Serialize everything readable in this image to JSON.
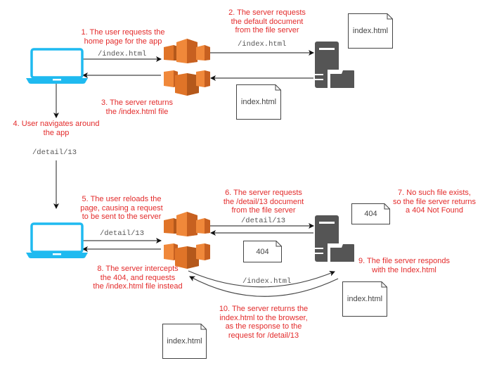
{
  "diagram": {
    "title": "",
    "colors": {
      "annotation": "#e32b2b",
      "laptop": "#1fbaf0",
      "aws_orange": "#f0883a",
      "server": "#555555",
      "arrow": "#333333"
    },
    "steps": [
      {
        "id": 1,
        "text_lines": [
          "1. The user requests the",
          "home page for the app"
        ]
      },
      {
        "id": 2,
        "text_lines": [
          "2. The server requests",
          "the default document",
          "from the file server"
        ]
      },
      {
        "id": 3,
        "text_lines": [
          "3. The server returns",
          "the /index.html file"
        ]
      },
      {
        "id": 4,
        "text_lines": [
          "4. User navigates around",
          "the app"
        ]
      },
      {
        "id": 5,
        "text_lines": [
          "5. The user reloads the",
          "page, causing a request",
          "to be sent to the server"
        ]
      },
      {
        "id": 6,
        "text_lines": [
          "6. The server requests",
          "the /detail/13 document",
          "from the file server"
        ]
      },
      {
        "id": 7,
        "text_lines": [
          "7. No such file exists,",
          "so the file server returns",
          "a 404 Not Found"
        ]
      },
      {
        "id": 8,
        "text_lines": [
          "8. The server intercepts",
          "the 404, and requests",
          "the /index.html file instead"
        ]
      },
      {
        "id": 9,
        "text_lines": [
          "9. The file server responds",
          "with the Index.html"
        ]
      },
      {
        "id": 10,
        "text_lines": [
          "10. The server returns the",
          "index.html to the browser,",
          "as the response to the",
          "request for /detail/13"
        ]
      }
    ],
    "paths": {
      "p1": "/index.html",
      "p2": "/index.html",
      "p3": "/detail/13",
      "p4": "/detail/13",
      "p5": "/detail/13",
      "p6": "/index.html"
    },
    "documents": {
      "d1": "index.html",
      "d2": "index.html",
      "d3": "404",
      "d4": "404",
      "d5": "index.html",
      "d6": "index.html"
    },
    "nodes": {
      "client": "laptop-icon",
      "web_server": "aws-cloudfront-icon",
      "file_server": "file-server-icon"
    }
  }
}
